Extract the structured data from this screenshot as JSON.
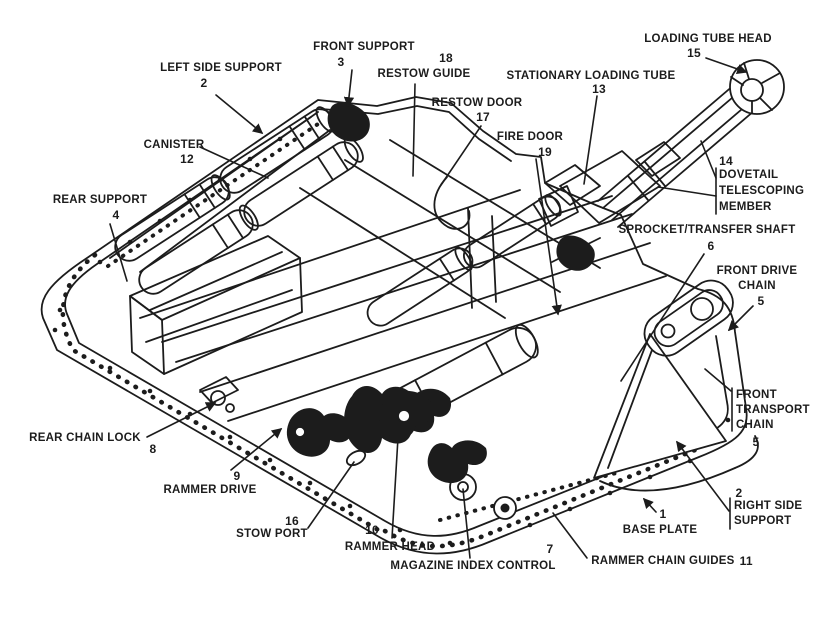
{
  "colors": {
    "background": "#ffffff",
    "ink": "#1c1c1c"
  },
  "labels": {
    "left_side_support": {
      "text": "LEFT SIDE SUPPORT",
      "number": "2"
    },
    "front_support": {
      "text": "FRONT SUPPORT",
      "number": "3"
    },
    "restow_guide": {
      "text": "RESTOW GUIDE",
      "number": "18"
    },
    "restow_door": {
      "text": "RESTOW DOOR",
      "number": "17"
    },
    "fire_door": {
      "text": "FIRE DOOR",
      "number": "19"
    },
    "stationary_loading_tube": {
      "text": "STATIONARY LOADING TUBE",
      "number": "13"
    },
    "loading_tube_head": {
      "text": "LOADING TUBE HEAD",
      "number": "15"
    },
    "canister": {
      "text": "CANISTER",
      "number": "12"
    },
    "dovetail_telescoping_member": {
      "number": "14",
      "lines": [
        "DOVETAIL",
        "TELESCOPING",
        "MEMBER"
      ]
    },
    "rear_support": {
      "text": "REAR SUPPORT",
      "number": "4"
    },
    "sprocket_transfer_shaft": {
      "text": "SPROCKET/TRANSFER SHAFT",
      "number": "6"
    },
    "front_drive_chain": {
      "number": "5",
      "lines": [
        "FRONT DRIVE",
        "CHAIN"
      ]
    },
    "front_transport_chain": {
      "number": "5",
      "lines": [
        "FRONT",
        "TRANSPORT",
        "CHAIN"
      ]
    },
    "right_side_support": {
      "number": "2",
      "lines": [
        "RIGHT SIDE",
        "SUPPORT"
      ]
    },
    "base_plate": {
      "text": "BASE PLATE",
      "number": "1"
    },
    "rammer_chain_guides": {
      "text": "RAMMER CHAIN GUIDES",
      "number": "11"
    },
    "magazine_index_control": {
      "text": "MAGAZINE INDEX CONTROL",
      "number": "7"
    },
    "rammer_head": {
      "text": "RAMMER HEAD",
      "number": "10"
    },
    "stow_port": {
      "text": "STOW PORT",
      "number": "16"
    },
    "rammer_drive": {
      "text": "RAMMER DRIVE",
      "number": "9"
    },
    "rear_chain_lock": {
      "text": "REAR CHAIN LOCK",
      "number": "8"
    }
  }
}
